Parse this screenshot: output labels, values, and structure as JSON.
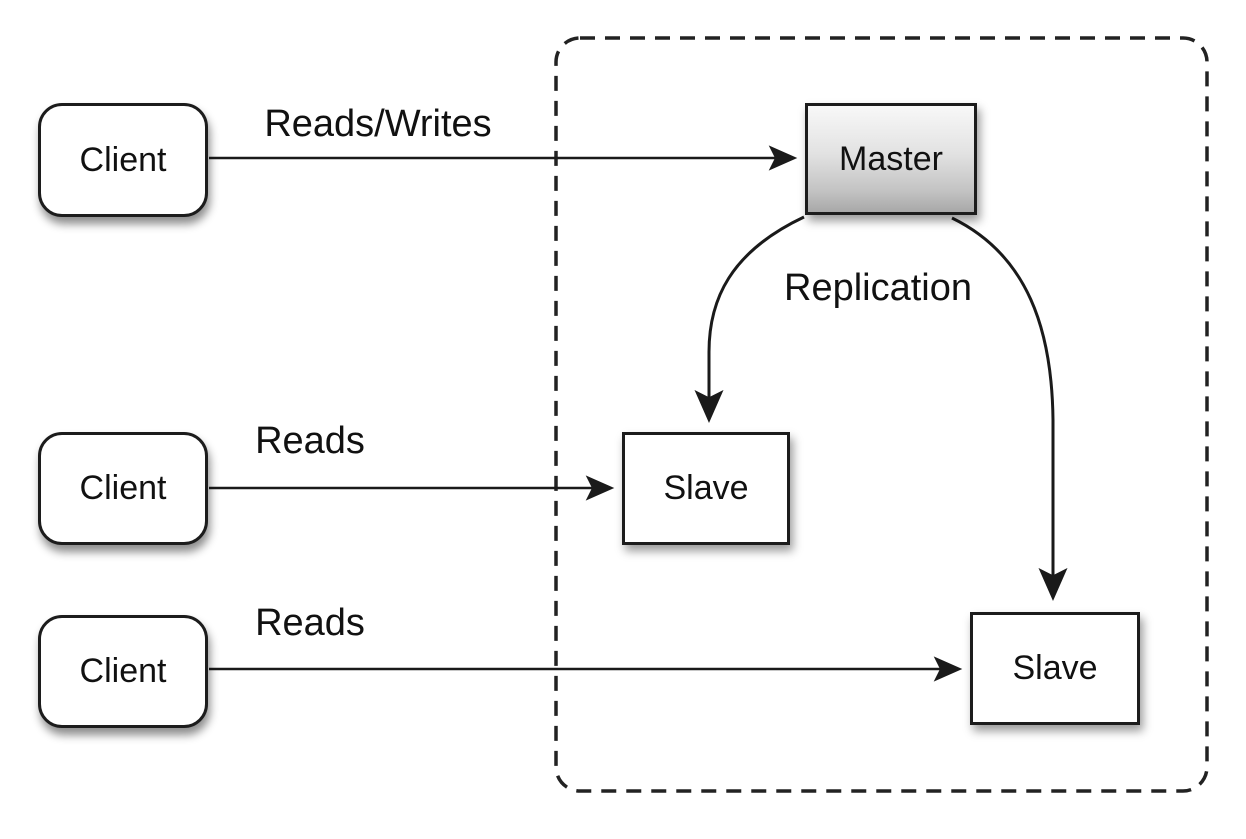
{
  "diagram": {
    "nodes": {
      "clients": [
        {
          "label": "Client"
        },
        {
          "label": "Client"
        },
        {
          "label": "Client"
        }
      ],
      "master": {
        "label": "Master"
      },
      "slaves": [
        {
          "label": "Slave"
        },
        {
          "label": "Slave"
        }
      ]
    },
    "edges": {
      "reads_writes": {
        "label": "Reads/Writes"
      },
      "reads_middle": {
        "label": "Reads"
      },
      "reads_bottom": {
        "label": "Reads"
      },
      "replication": {
        "label": "Replication"
      }
    },
    "colors": {
      "background": "#ffffff",
      "line": "#1a1a1a",
      "node_border": "#1c1c1c",
      "node_fill": "#ffffff",
      "master_gradient_top": "#f8f8f8",
      "master_gradient_bottom": "#a8a8a8",
      "text": "#111111"
    }
  }
}
